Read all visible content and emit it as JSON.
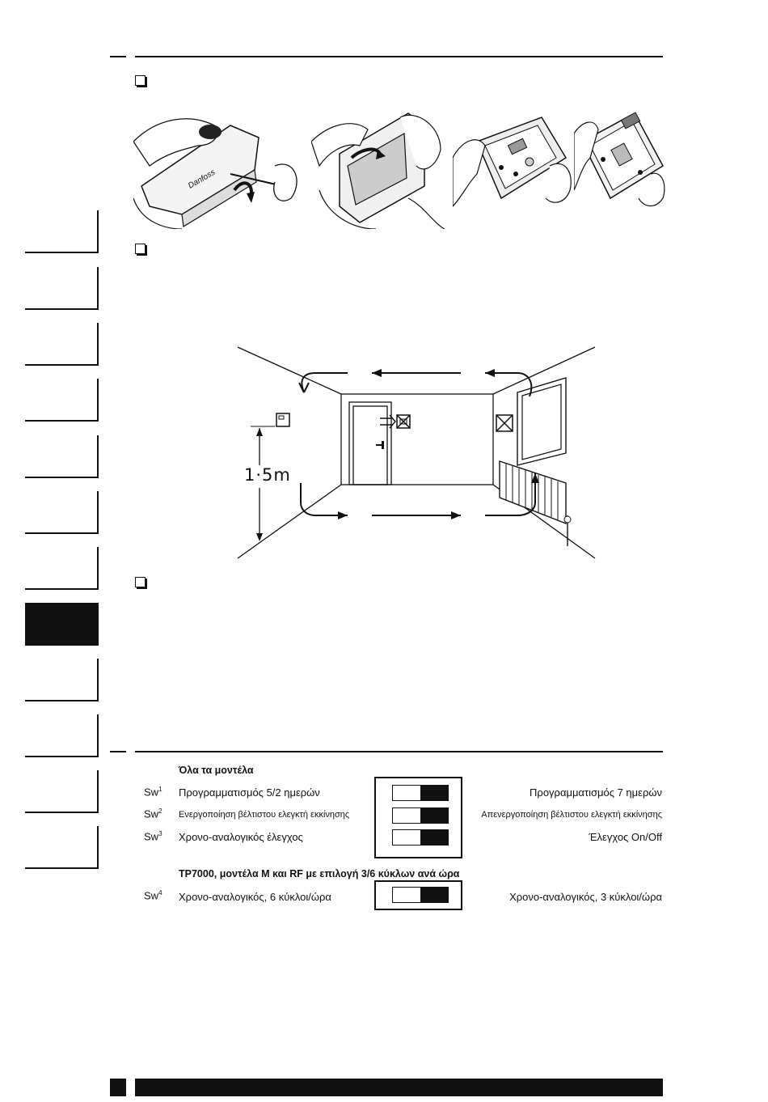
{
  "room_diagram": {
    "height_label": "1·5m"
  },
  "switch_table": {
    "all_models_heading": "Όλα τα μοντέλα",
    "rows": [
      {
        "sw": "Sw",
        "num": "1",
        "left": "Προγραμματισμός 5/2 ημερών",
        "right": "Προγραμματισμός 7 ημερών"
      },
      {
        "sw": "Sw",
        "num": "2",
        "left": "Ενεργοποίηση βέλτιστου ελεγκτή εκκίνησης",
        "right": "Απενεργοποίηση βέλτιστου ελεγκτή εκκίνησης"
      },
      {
        "sw": "Sw",
        "num": "3",
        "left": "Χρονο-αναλογικός έλεγχος",
        "right": "Έλεγχος On/Off"
      }
    ],
    "models_heading": "TP7000, μοντέλα Μ και RF με επιλογή 3/6 κύκλων ανά ώρα",
    "row4": {
      "sw": "Sw",
      "num": "4",
      "left": "Χρονο-αναλογικός, 6 κύκλοι/ώρα",
      "right": "Χρονο-αναλογικός, 3 κύκλοι/ώρα"
    }
  },
  "side_tabs": {
    "active_index": 7,
    "count": 12
  },
  "colors": {
    "ink": "#111111",
    "paper": "#ffffff"
  },
  "icons": [
    "checkbox-icon",
    "thermostat-icon",
    "cross-box-icon",
    "radiator-icon"
  ]
}
